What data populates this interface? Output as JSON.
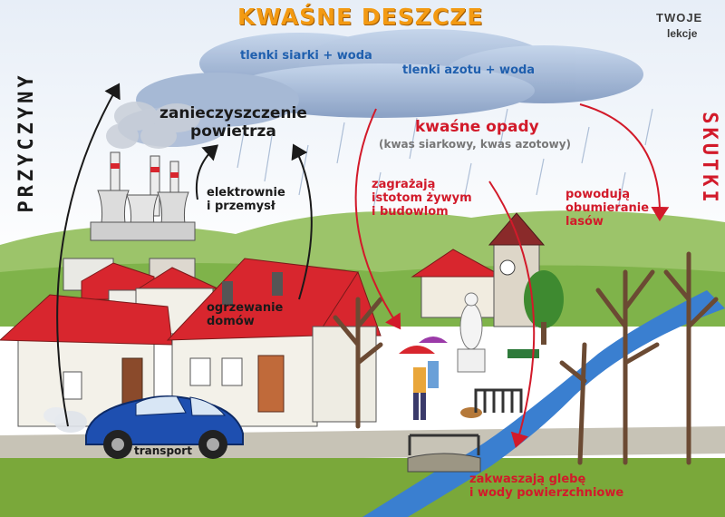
{
  "title": "KWAŚNE DESZCZE",
  "logo": {
    "line1": "TWOJE",
    "line2": "lekcje"
  },
  "causes_label": "PRZYCZYNY",
  "effects_label": "SKUTKI",
  "cloud_texts": {
    "sulfur": "tlenki siarki + woda",
    "nitrogen": "tlenki azotu + woda"
  },
  "causes": {
    "pollution": "zanieczyszczenie\npowietrza",
    "power_plants": "elektrownie\ni przemysł",
    "heating": "ogrzewanie\ndomów",
    "transport": "transport"
  },
  "effects": {
    "acid_rain": "kwaśne opady",
    "acids": "(kwas siarkowy, kwas azotowy)",
    "threat": "zagrażają\nistotom żywym\ni budowlom",
    "forests": "powodują\nobumieranie\nlasów",
    "soil": "zakwaszają glebę\ni wody powierzchniowe"
  },
  "colors": {
    "title": "#f39a12",
    "red_text": "#d21a2a",
    "cloud_text": "#1f5fae",
    "dark_text": "#1a1a1a",
    "roof": "#d8262e",
    "grass": "#7db83a",
    "river": "#3a7fd0",
    "car": "#1e4fb0"
  }
}
